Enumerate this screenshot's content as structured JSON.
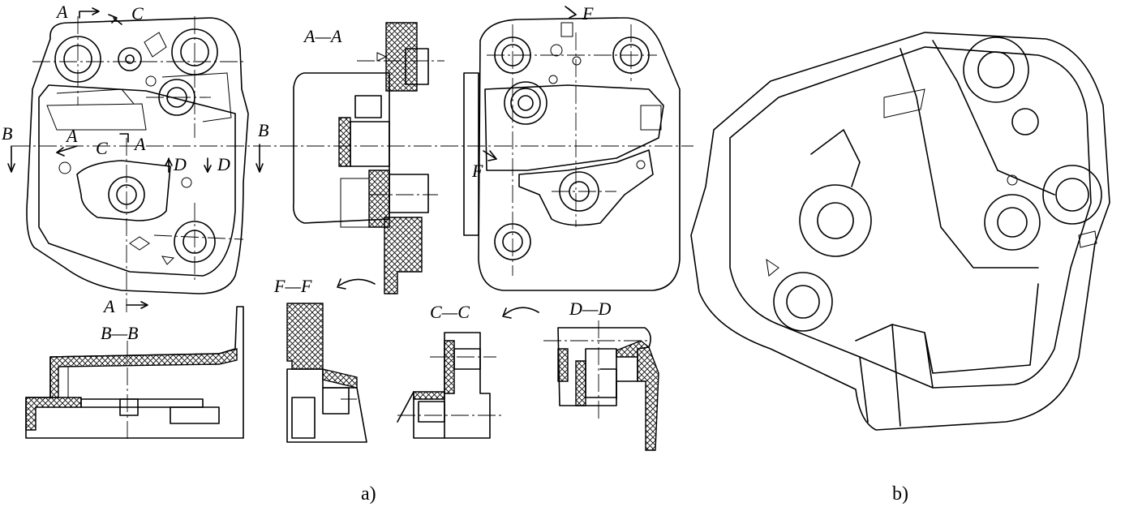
{
  "section_labels": {
    "A": "A",
    "B": "B",
    "C": "C",
    "D": "D",
    "F": "F"
  },
  "section_titles": {
    "AA": "A—A",
    "BB": "B—B",
    "CC": "C—C",
    "DD": "D—D",
    "FF": "F—F"
  },
  "captions": {
    "a": "a)",
    "b": "b)"
  },
  "colors": {
    "line": "#000000",
    "background": "#ffffff"
  }
}
